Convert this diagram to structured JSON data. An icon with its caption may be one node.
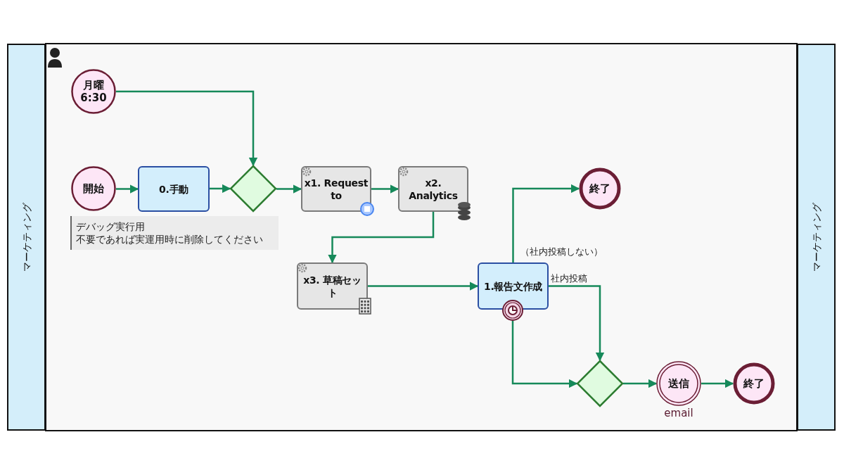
{
  "diagram": {
    "nodes": [
      {
        "text": [
          "マーケティング"
        ]
      },
      {
        "text": [
          "月曜 6:30"
        ]
      },
      {
        "text": [
          "開始"
        ]
      },
      {
        "text": [
          "0.手動"
        ]
      },
      {
        "text": [],
        "shape": "diamond"
      },
      {
        "text": [
          "x1. Request to"
        ]
      },
      {
        "text": [
          "x2. Analytics"
        ]
      },
      {
        "text": [
          "デバッグ実行用",
          "不要であれば実運用時に削除してください"
        ]
      },
      {
        "text": [
          "x3. 草稿セット"
        ]
      },
      {
        "text": [
          "1.報告文作成"
        ]
      },
      {
        "text": [],
        "shape": "circle"
      },
      {
        "text": [
          "終了"
        ]
      },
      {
        "text": [],
        "shape": "diamond"
      },
      {
        "text": [
          "送信"
        ],
        "beside": [
          "email"
        ]
      },
      {
        "text": [
          "終了"
        ]
      },
      {
        "text": [
          "マーケティング"
        ]
      }
    ],
    "edges": [
      {
        "from": 1,
        "to": 4,
        "arrow": "to"
      },
      {
        "from": 2,
        "to": 3,
        "arrow": "to"
      },
      {
        "from": 3,
        "to": 4,
        "arrow": "to"
      },
      {
        "from": 4,
        "to": 5,
        "arrow": "to"
      },
      {
        "from": 5,
        "to": 6,
        "arrow": "to"
      },
      {
        "from": 6,
        "to": 8,
        "arrow": "to"
      },
      {
        "from": 8,
        "to": 9,
        "arrow": "to"
      },
      {
        "from": 9,
        "to": 11,
        "arrow": "to",
        "label": "（社内投稿しない）"
      },
      {
        "from": 9,
        "to": 12,
        "arrow": "to",
        "label": "社内投稿"
      },
      {
        "from": 10,
        "to": 12,
        "arrow": "to"
      },
      {
        "from": 12,
        "to": 13,
        "arrow": "to"
      },
      {
        "from": 13,
        "to": 14,
        "arrow": "to"
      }
    ]
  }
}
